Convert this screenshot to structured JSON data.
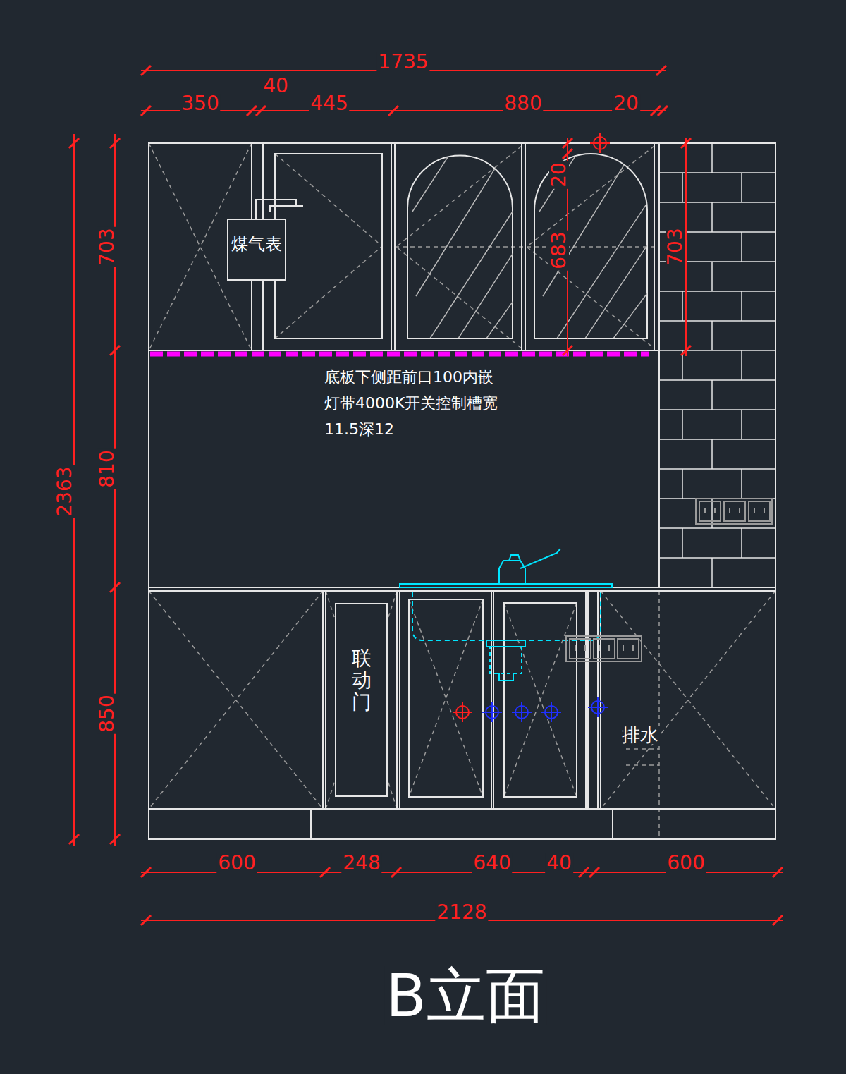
{
  "diagram": {
    "caption": "B立面",
    "nodes": [
      {
        "text": [
          "煤气表"
        ]
      },
      {
        "text": [
          "联动门"
        ]
      }
    ],
    "labels": [
      "1735",
      "40",
      "350",
      "445",
      "880",
      "20",
      "2363",
      "703",
      "810",
      "850",
      "20",
      "683",
      "703",
      "底板下侧距前口100内嵌 灯带4000K开关控制槽宽 11.5深12",
      "排水",
      "600",
      "248",
      "640",
      "40",
      "600",
      "2128"
    ]
  }
}
